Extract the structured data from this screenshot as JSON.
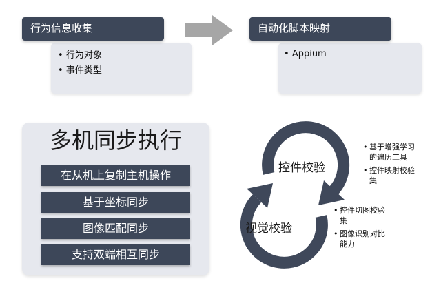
{
  "flow": {
    "step1": {
      "title": "行为信息收集",
      "items": [
        "行为对象",
        "事件类型"
      ]
    },
    "step2": {
      "title": "自动化脚本映射",
      "items": [
        "Appium"
      ]
    }
  },
  "multi_sync": {
    "title": "多机同步执行",
    "items": [
      "在从机上复制主机操作",
      "基于坐标同步",
      "图像匹配同步",
      "支持双端相互同步"
    ]
  },
  "verification": {
    "control": {
      "label": "控件校验",
      "notes": [
        "基于增强学习\n的遍历工具",
        "控件映射校验\n集"
      ]
    },
    "visual": {
      "label": "视觉校验",
      "notes": [
        "控件切图校验\n集",
        "图像识别对比\n能力"
      ]
    }
  },
  "colors": {
    "dark": "#3d4759",
    "light": "#e6e8ee",
    "ring": "#3f485a",
    "arrow": "#a6a6a6"
  }
}
